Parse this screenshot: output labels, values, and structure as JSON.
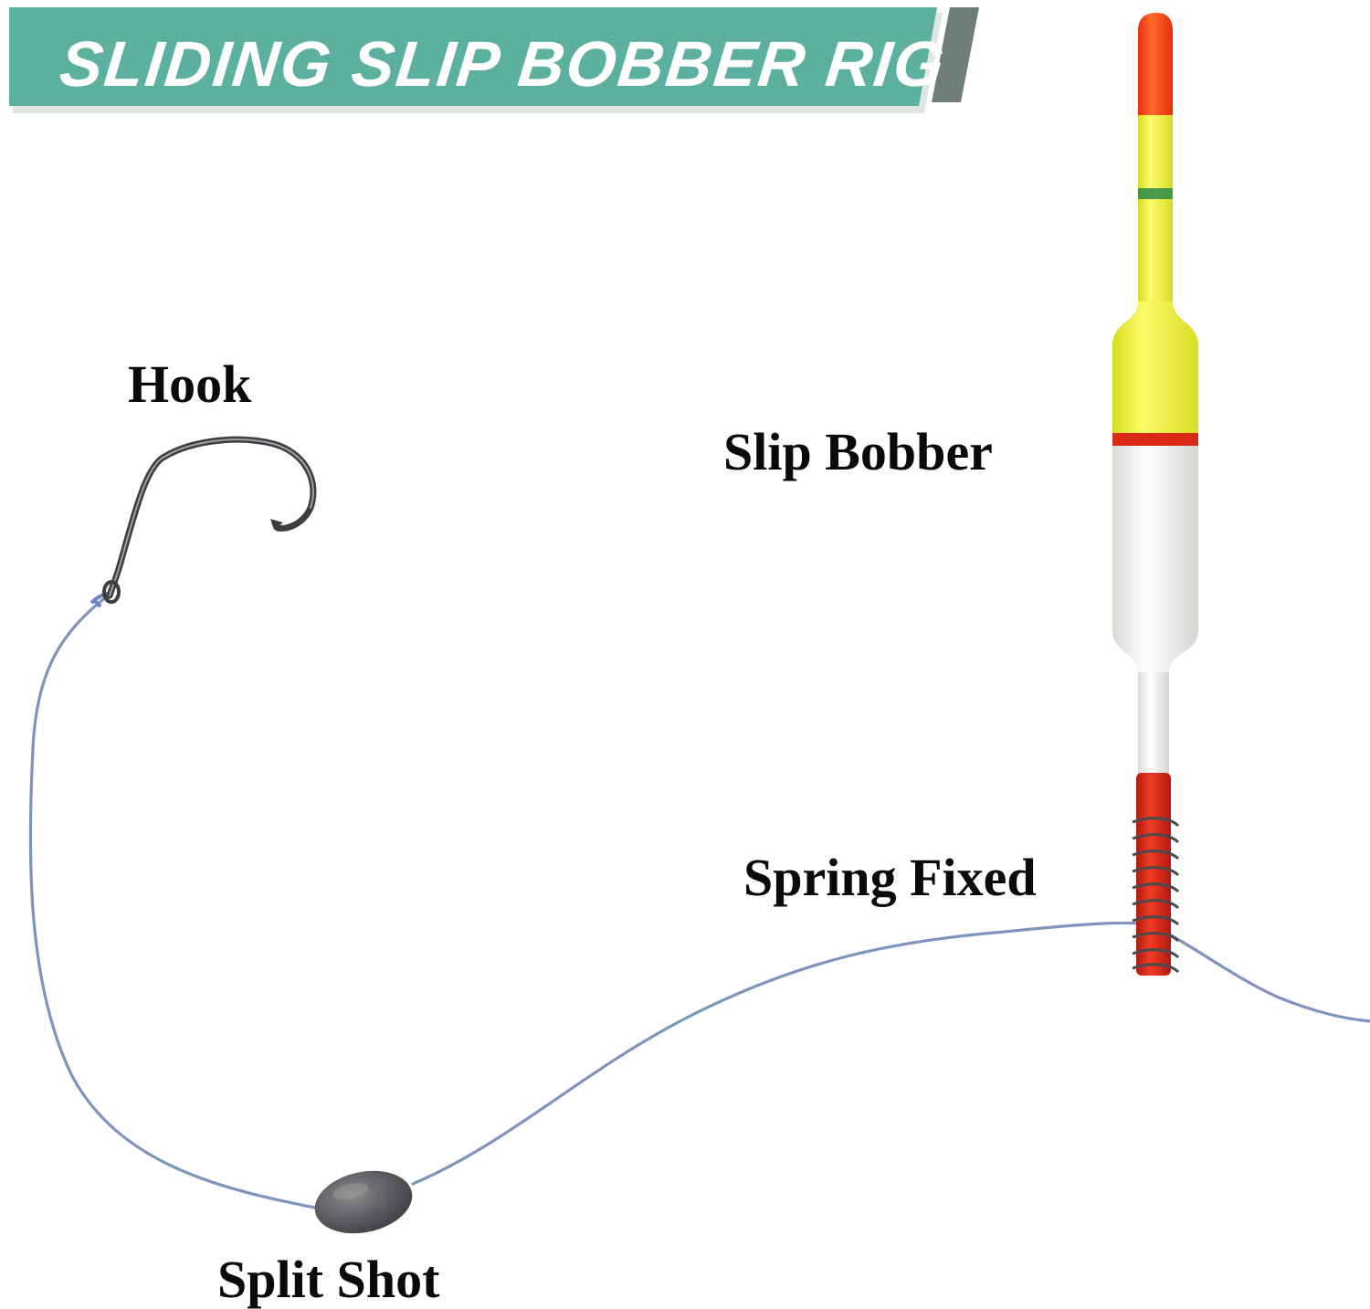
{
  "banner": {
    "title": "SLIDING SLIP BOBBER RIG"
  },
  "labels": {
    "hook": "Hook",
    "slip_bobber": "Slip Bobber",
    "spring_fixed": "Spring Fixed",
    "split_shot": "Split Shot"
  },
  "colors": {
    "banner_teal": "#5bb0a0",
    "banner_gray": "#6f7d7a",
    "bobber_tip": "#ff3c10",
    "bobber_yellow": "#f2f43a",
    "bobber_white": "#f1f1ef",
    "bobber_red": "#d92a18",
    "line": "#7e94bd",
    "sinker": "#5d5e60"
  }
}
